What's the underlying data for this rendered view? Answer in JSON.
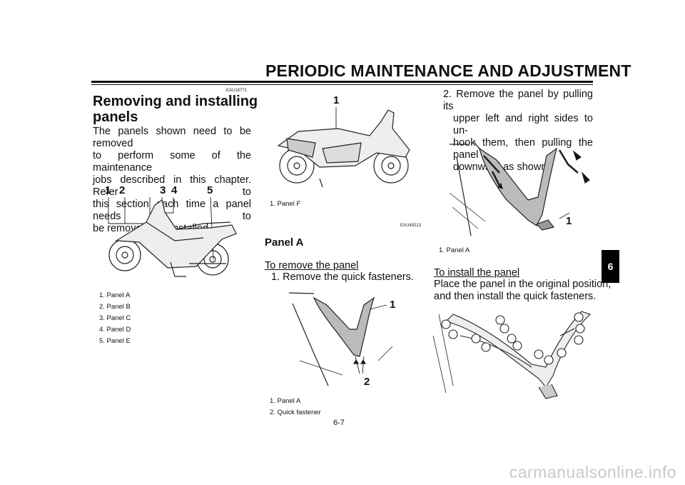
{
  "header": {
    "title": "PERIODIC MAINTENANCE AND ADJUSTMENT"
  },
  "side_tab": {
    "label": "6"
  },
  "section1": {
    "code": "EAU18771",
    "heading_line1": "Removing and installing",
    "heading_line2": "panels",
    "body_lines": [
      "The panels shown need to be removed",
      "to perform some of the maintenance",
      "jobs described in this chapter. Refer to",
      "this section each time a panel needs to",
      "be removed and installed."
    ],
    "figure_callouts": [
      "1",
      "2",
      "3",
      "4",
      "5"
    ],
    "captions": [
      "1.  Panel A",
      "2.  Panel B",
      "3.  Panel C",
      "4.  Panel D",
      "5.  Panel E"
    ]
  },
  "section2": {
    "figure_callout": "1",
    "caption": "1.  Panel F",
    "code": "EAU45013",
    "heading": "Panel A",
    "subheading": "To remove the panel",
    "step1": "1. Remove the quick fasteners.",
    "figure2_callouts": [
      "1",
      "2"
    ],
    "captions2": [
      "1.  Panel A",
      "2.  Quick fastener"
    ]
  },
  "section3": {
    "step2_lines": [
      "2. Remove the panel by pulling its",
      "upper left and right sides to un-",
      "hook them, then pulling the panel",
      "downward as shown."
    ],
    "figure_callout": "1",
    "caption": "1.  Panel A",
    "subheading": "To install the panel",
    "body_lines": [
      "Place the panel in the original position,",
      "and then install the quick fasteners."
    ]
  },
  "footer": {
    "page_number": "6-7"
  },
  "watermark": "carmanualsonline.info"
}
